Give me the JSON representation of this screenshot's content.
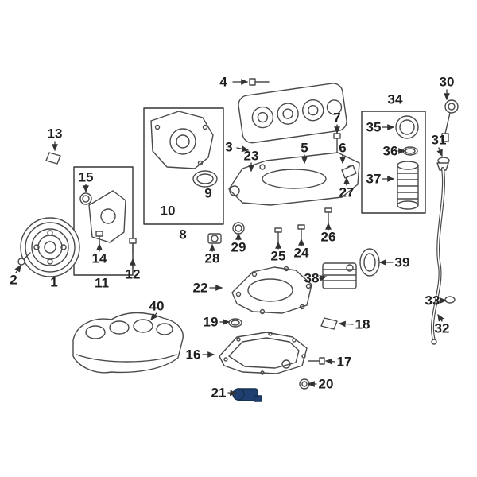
{
  "diagram": {
    "type": "exploded-parts-diagram",
    "highlighted_part": "21",
    "highlight_color": "#1e3f6f",
    "line_color": "#4a4a4a",
    "callouts": [
      "1",
      "2",
      "3",
      "4",
      "5",
      "6",
      "7",
      "8",
      "9",
      "10",
      "11",
      "12",
      "13",
      "14",
      "15",
      "16",
      "17",
      "18",
      "19",
      "20",
      "21",
      "22",
      "23",
      "24",
      "25",
      "26",
      "27",
      "28",
      "29",
      "30",
      "31",
      "32",
      "33",
      "34",
      "35",
      "36",
      "37",
      "38",
      "39",
      "40"
    ]
  }
}
